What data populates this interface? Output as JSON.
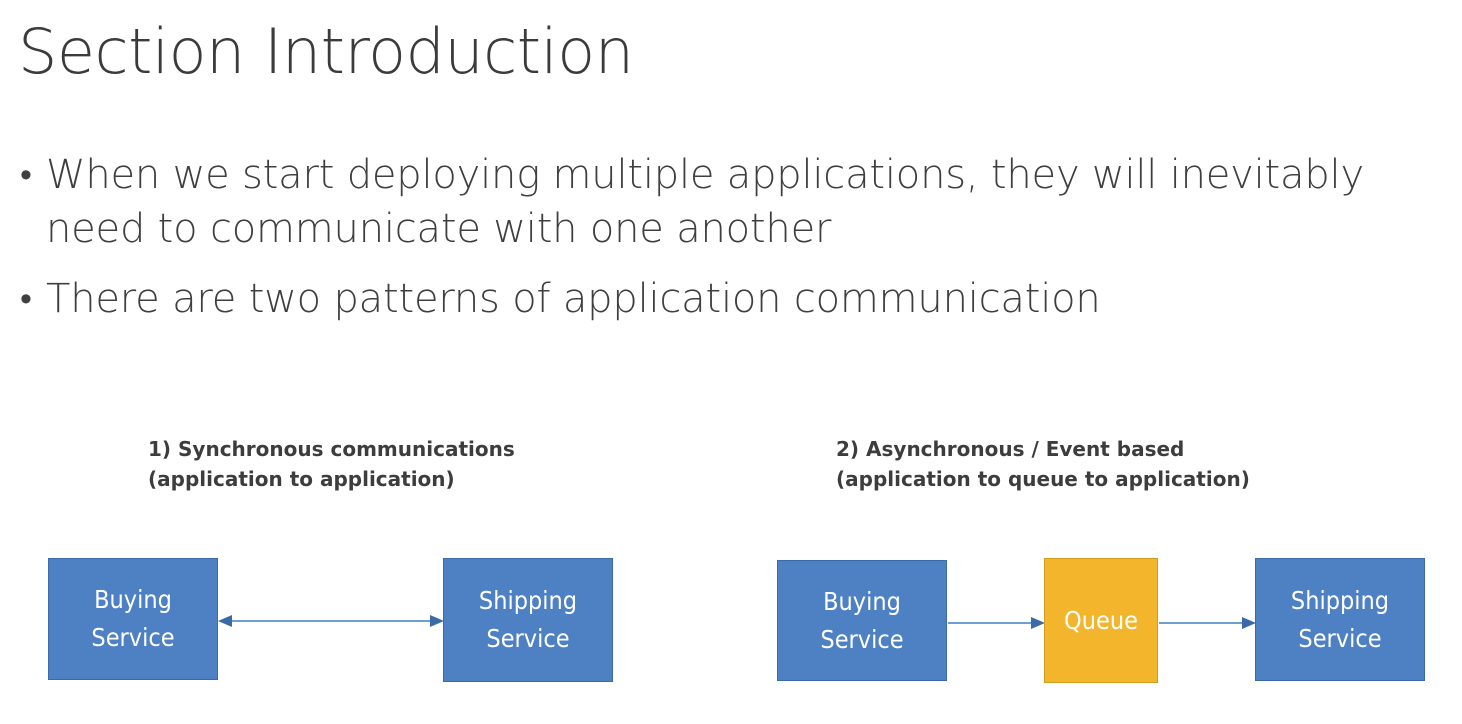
{
  "slide": {
    "title": "Section Introduction",
    "background_color": "#ffffff",
    "title_color": "#3b3b3b"
  },
  "bullets": {
    "marker": "•",
    "items": [
      "When we start deploying multiple applications, they will inevitably need to communicate with one another",
      "There are two patterns of application communication"
    ]
  },
  "patterns": [
    {
      "heading": "1) Synchronous communications\n(application to application)",
      "heading_line1": "1) Synchronous communications",
      "heading_line2": "(application to application)",
      "nodes": [
        {
          "label": "Buying\nService",
          "color": "#4e81c4"
        },
        {
          "label": "Shipping\nService",
          "color": "#4e81c4"
        }
      ],
      "connectors": [
        {
          "name": "bidirectional-arrow",
          "direction": "both",
          "color": "#6d9fd2"
        }
      ]
    },
    {
      "heading": "2) Asynchronous / Event based\n(application to queue to application)",
      "heading_line1": "2) Asynchronous / Event based",
      "heading_line2": "(application to queue to application)",
      "nodes": [
        {
          "label": "Buying\nService",
          "color": "#4e81c4"
        },
        {
          "label": "Queue",
          "color": "#f2b52c"
        },
        {
          "label": "Shipping\nService",
          "color": "#4e81c4"
        }
      ],
      "connectors": [
        {
          "name": "arrow-buying-to-queue",
          "direction": "right",
          "color": "#6d9fd2"
        },
        {
          "name": "arrow-queue-to-shipping",
          "direction": "right",
          "color": "#6d9fd2"
        }
      ]
    }
  ],
  "colors": {
    "service_blue": "#4e81c4",
    "service_blue_border": "#3a6ba8",
    "queue_orange": "#f2b52c",
    "queue_orange_border": "#d29c1f",
    "arrow_blue": "#6d9fd2",
    "text_dark": "#3d3d3d",
    "node_text": "#ffffff"
  }
}
